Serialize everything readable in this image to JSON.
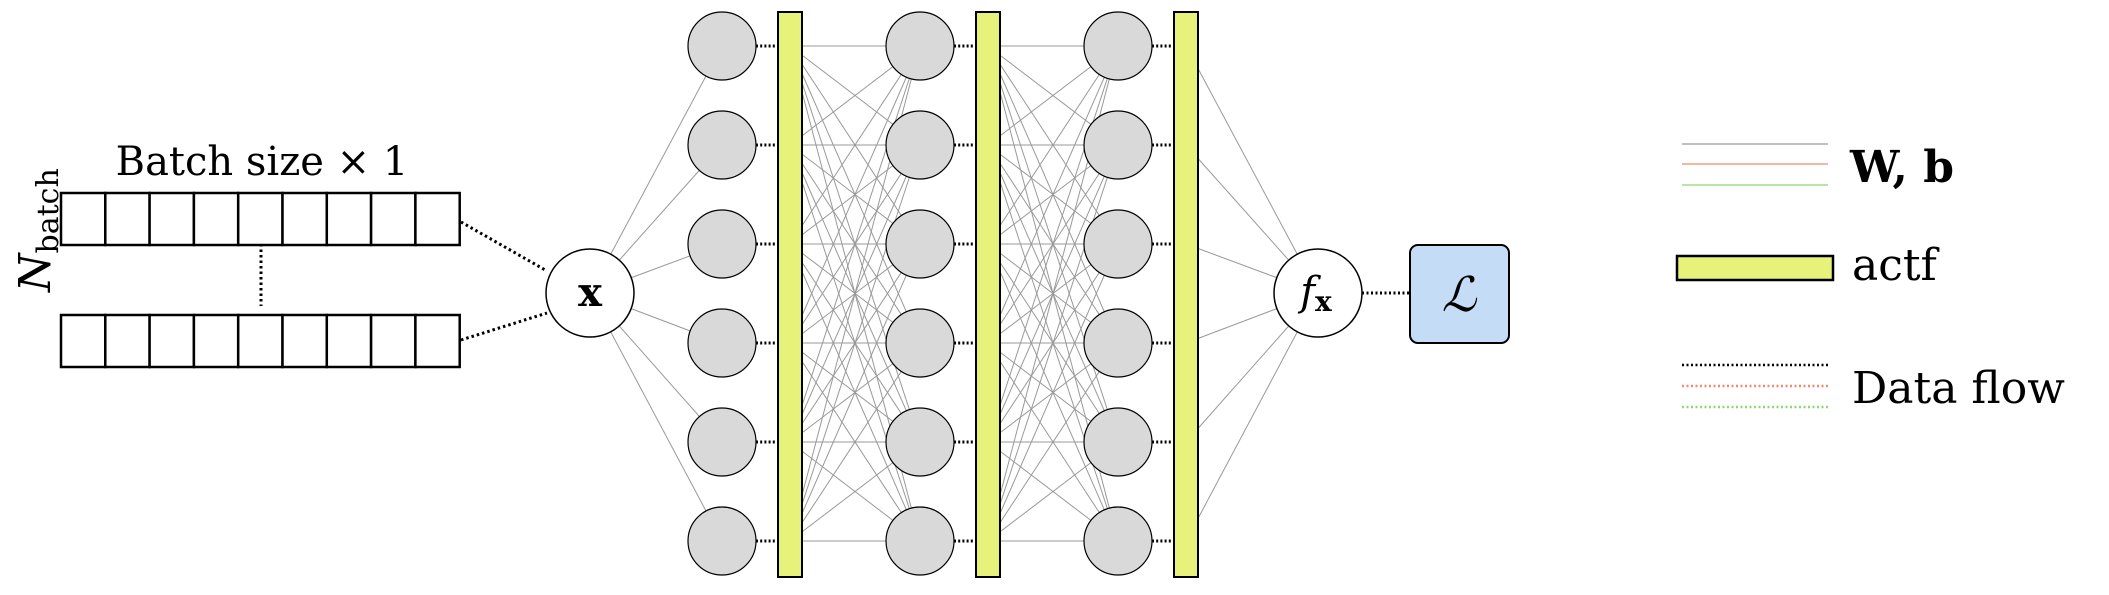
{
  "batch": {
    "label": "Batch size × 1",
    "n_label_main": "N",
    "n_label_sub": "batch",
    "cells_per_row": 9,
    "rows_drawn": 2
  },
  "network": {
    "input_label": "x",
    "output_label_main": "f",
    "output_label_sub": "x",
    "loss_label": "ℒ",
    "hidden_layers": 3,
    "neurons_per_layer": 6
  },
  "legend": {
    "weights_label": "W, b",
    "actf_label": "actf",
    "dataflow_label": "Data flow"
  },
  "colors": {
    "neuron_fill": "#d9d9d9",
    "actf_fill": "#e6f27a",
    "loss_fill": "#c5dcf7",
    "weight_line": "#999999",
    "legend_red": "#f08a6a",
    "legend_green": "#8fd870",
    "stroke": "#000000"
  }
}
